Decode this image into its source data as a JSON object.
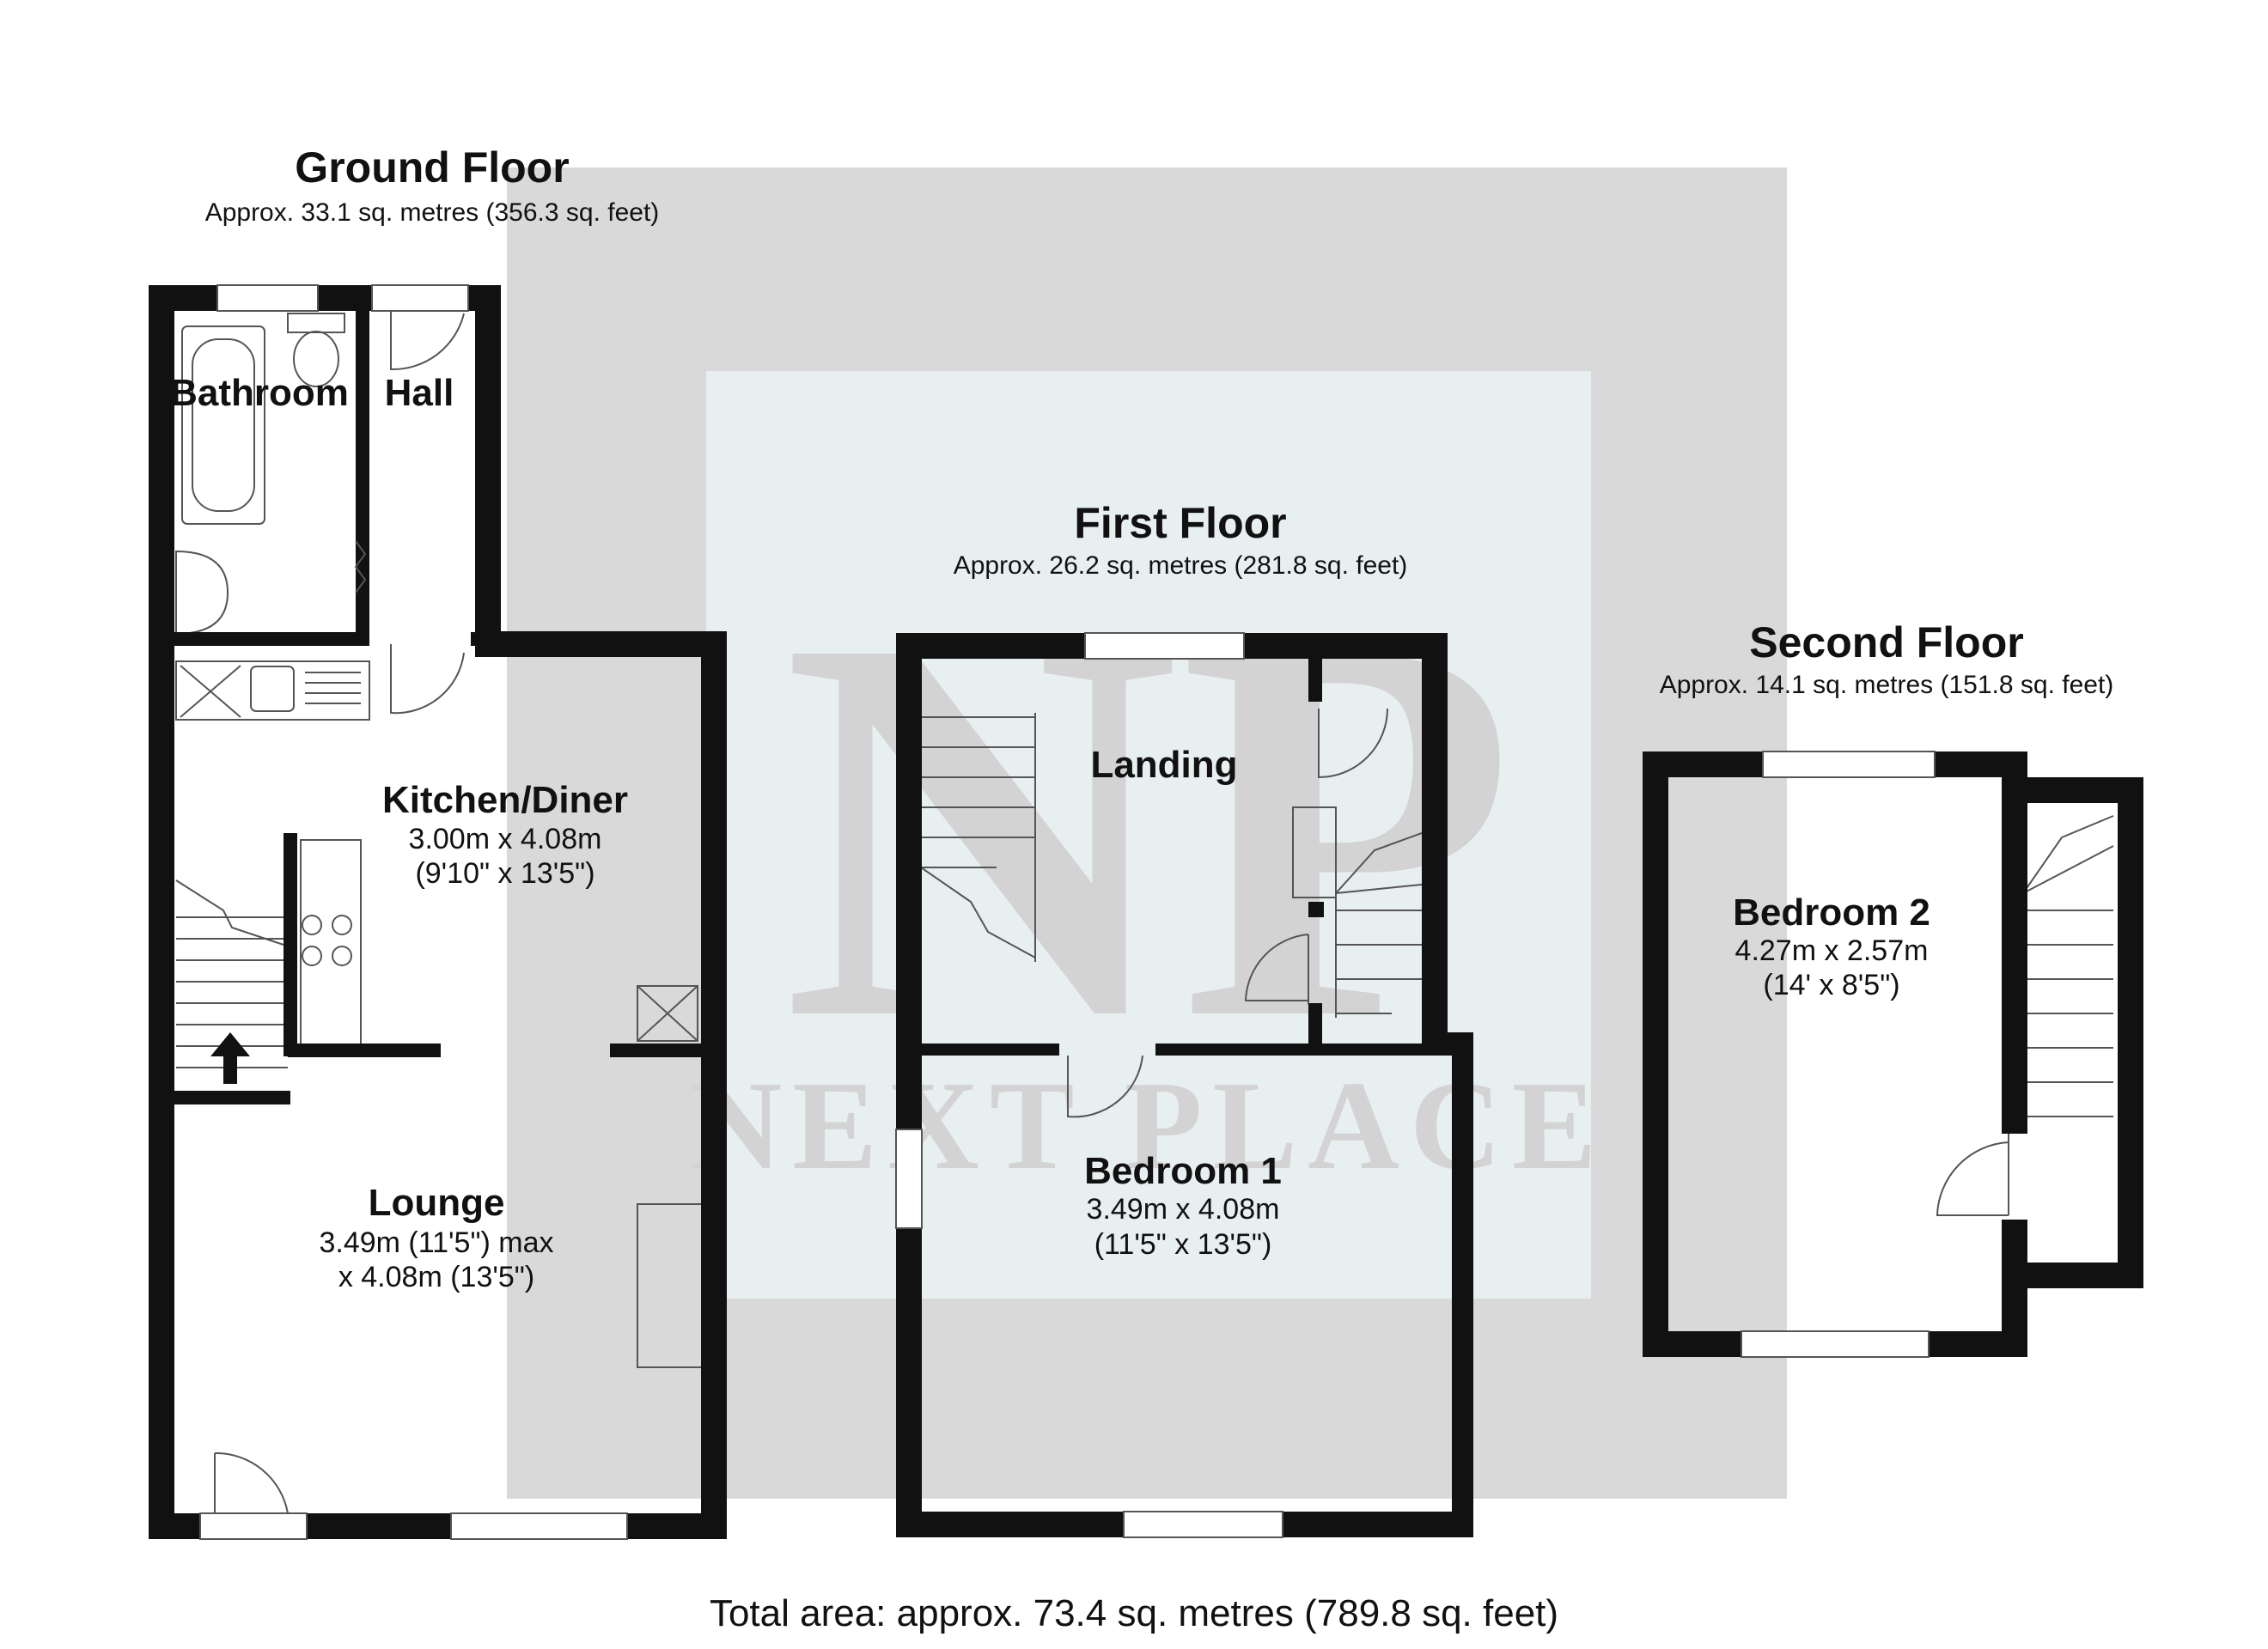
{
  "watermark": {
    "monogram": "NP",
    "name": "NEXT PLACE"
  },
  "floors": {
    "ground": {
      "title": "Ground Floor",
      "area": "Approx. 33.1 sq. metres (356.3 sq. feet)",
      "rooms": {
        "bathroom": {
          "name": "Bathroom"
        },
        "hall": {
          "name": "Hall"
        },
        "kitchen": {
          "name": "Kitchen/Diner",
          "dim1": "3.00m x 4.08m",
          "dim2": "(9'10\" x 13'5\")"
        },
        "lounge": {
          "name": "Lounge",
          "dim1": "3.49m (11'5\") max",
          "dim2": "x 4.08m (13'5\")"
        }
      }
    },
    "first": {
      "title": "First Floor",
      "area": "Approx. 26.2 sq. metres (281.8 sq. feet)",
      "rooms": {
        "landing": {
          "name": "Landing"
        },
        "bedroom1": {
          "name": "Bedroom 1",
          "dim1": "3.49m x 4.08m",
          "dim2": "(11'5\" x 13'5\")"
        }
      }
    },
    "second": {
      "title": "Second Floor",
      "area": "Approx. 14.1 sq. metres (151.8 sq. feet)",
      "rooms": {
        "bedroom2": {
          "name": "Bedroom 2",
          "dim1": "4.27m x 2.57m",
          "dim2": "(14' x 8'5\")"
        }
      }
    }
  },
  "total": "Total area: approx. 73.4 sq. metres (789.8 sq. feet)",
  "colors": {
    "wall": "#111111",
    "watermark_grey": "#d9d9d9",
    "watermark_light": "#e8eff1",
    "page": "#ffffff"
  }
}
